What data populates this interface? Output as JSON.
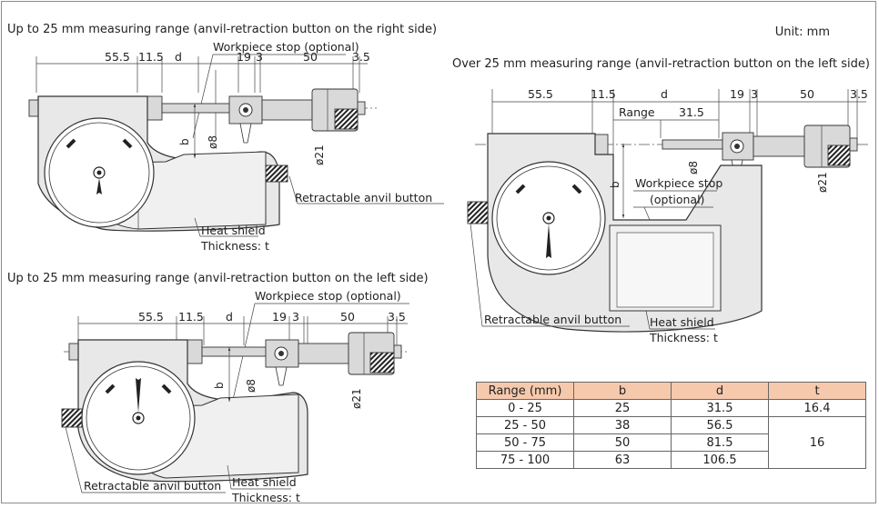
{
  "unit_label": "Unit: mm",
  "diagrams": {
    "top_left": {
      "title": "Up to 25 mm measuring range (anvil-retraction button on the right side)",
      "workpiece_stop": "Workpiece stop (optional)",
      "retractable_button": "Retractable anvil button",
      "heat_shield": "Heat shield",
      "thickness": "Thickness: t",
      "dims": {
        "d1": "55.5",
        "d2": "11.5",
        "d3": "d",
        "d4": "19",
        "d5": "3",
        "d6": "50",
        "d7": "3.5",
        "b": "b",
        "phi8": "ø8",
        "phi21": "ø21"
      }
    },
    "bottom_left": {
      "title": "Up to 25 mm measuring range (anvil-retraction button on the left side)",
      "workpiece_stop": "Workpiece stop (optional)",
      "retractable_button": "Retractable anvil button",
      "heat_shield": "Heat shield",
      "thickness": "Thickness: t",
      "dims": {
        "d1": "55.5",
        "d2": "11.5",
        "d3": "d",
        "d4": "19",
        "d5": "3",
        "d6": "50",
        "d7": "3.5",
        "b": "b",
        "phi8": "ø8",
        "phi21": "ø21"
      }
    },
    "right": {
      "title": "Over 25 mm measuring range (anvil-retraction button on the left side)",
      "workpiece_stop_1": "Workpiece stop",
      "workpiece_stop_2": "(optional)",
      "retractable_button": "Retractable anvil button",
      "heat_shield": "Heat shield",
      "thickness": "Thickness: t",
      "dims": {
        "d1": "55.5",
        "d2": "11.5",
        "d3": "d",
        "d4": "19",
        "d5": "3",
        "d6": "50",
        "d7": "3.5",
        "range": "Range",
        "r315": "31.5",
        "b": "b",
        "phi8": "ø8",
        "phi21": "ø21"
      }
    }
  },
  "table": {
    "headers": [
      "Range (mm)",
      "b",
      "d",
      "t"
    ],
    "rows": [
      [
        "0 - 25",
        "25",
        "31.5",
        "16.4"
      ],
      [
        "25 - 50",
        "38",
        "56.5",
        "16"
      ],
      [
        "50 - 75",
        "50",
        "81.5",
        ""
      ],
      [
        "75 - 100",
        "63",
        "106.5",
        ""
      ]
    ]
  },
  "colors": {
    "header_bg": "#f6c9ad",
    "border": "#666666"
  }
}
